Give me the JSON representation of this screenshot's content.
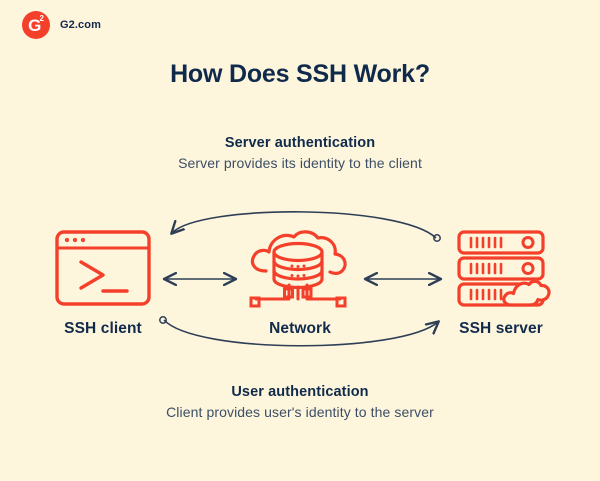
{
  "brand": {
    "logo_icon": "g2-logo-icon",
    "logo_letter": "G",
    "logo_superscript": "2",
    "name": "G2.com"
  },
  "page": {
    "title": "How Does SSH Work?",
    "background_color": "#fdf5dc",
    "accent_color": "#f4402b",
    "text_color": "#102a4c",
    "muted_text_color": "#3d4f66",
    "arrow_color": "#2d3e56"
  },
  "captions": {
    "top": {
      "title": "Server authentication",
      "subtitle": "Server provides its identity to the client"
    },
    "bottom": {
      "title": "User authentication",
      "subtitle": "Client provides user's identity to the server"
    }
  },
  "nodes": [
    {
      "id": "ssh-client",
      "label": "SSH client",
      "icon": "terminal-window-icon"
    },
    {
      "id": "network",
      "label": "Network",
      "icon": "cloud-database-network-icon"
    },
    {
      "id": "ssh-server",
      "label": "SSH server",
      "icon": "server-rack-cloud-icon"
    }
  ],
  "connectors": [
    {
      "id": "client-network-link",
      "type": "double-headed-arrow",
      "from": "ssh-client",
      "to": "network"
    },
    {
      "id": "network-server-link",
      "type": "double-headed-arrow",
      "from": "network",
      "to": "ssh-server"
    },
    {
      "id": "server-authentication-arc",
      "type": "curved-arrow",
      "from": "ssh-server",
      "to": "ssh-client",
      "position": "top"
    },
    {
      "id": "user-authentication-arc",
      "type": "curved-arrow",
      "from": "ssh-client",
      "to": "ssh-server",
      "position": "bottom"
    }
  ]
}
